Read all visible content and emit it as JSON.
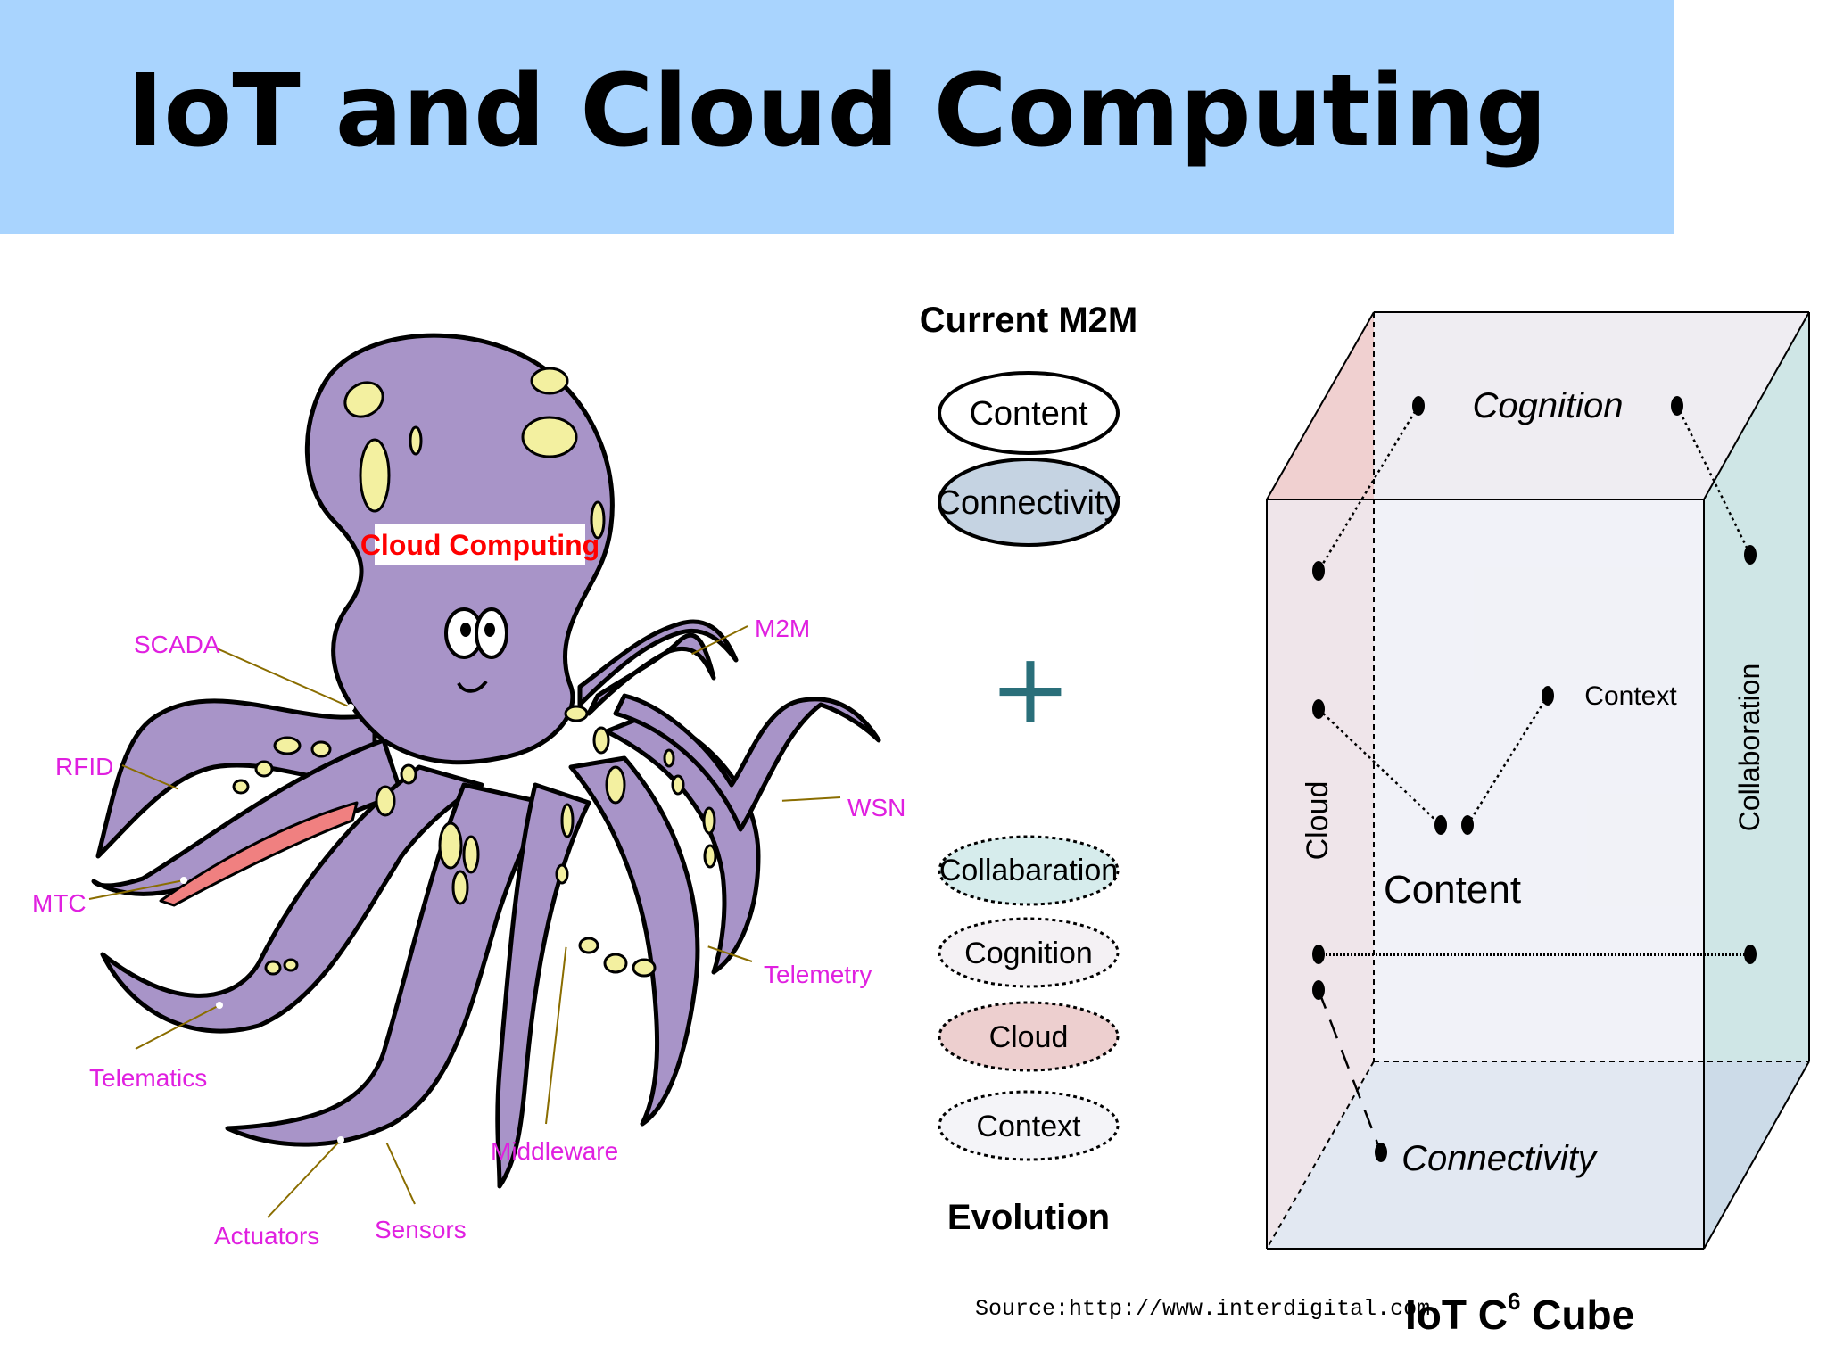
{
  "slide": {
    "title": "IoT and Cloud Computing"
  },
  "octopus": {
    "center_label": "Cloud Computing",
    "tentacle_labels": [
      "SCADA",
      "RFID",
      "MTC",
      "Telematics",
      "Actuators",
      "Sensors",
      "Middleware",
      "Telemetry",
      "WSN",
      "M2M"
    ]
  },
  "m2m": {
    "heading": "Current M2M",
    "current_items": [
      "Content",
      "Connectivity"
    ],
    "plus": "+",
    "evolution_items": [
      "Collabaration",
      "Cognition",
      "Cloud",
      "Context"
    ],
    "evolution_label": "Evolution"
  },
  "cube": {
    "faces": {
      "top": "Cognition",
      "left": "Cloud",
      "right": "Collaboration",
      "bottom": "Connectivity",
      "center": "Content",
      "context": "Context"
    },
    "caption_prefix": "IoT C",
    "caption_superscript": "6",
    "caption_suffix": " Cube"
  },
  "source": "Source:http://www.interdigital.com",
  "colors": {
    "banner": "#a9d4fe",
    "octopus_body": "#a894c8",
    "octopus_spots": "#f3f0a0",
    "label_magenta": "#e020e0",
    "center_label_red": "#ff0000",
    "cloud_face": "#f0d0d0",
    "collab_face": "#cfe6e6",
    "connectivity_face": "#ccdbe8",
    "connectivity_ellipse": "#c5d3e2",
    "collab_ellipse": "#d6ecec",
    "cloud_ellipse": "#edcfcf",
    "plus_teal": "#2a6f7a"
  }
}
